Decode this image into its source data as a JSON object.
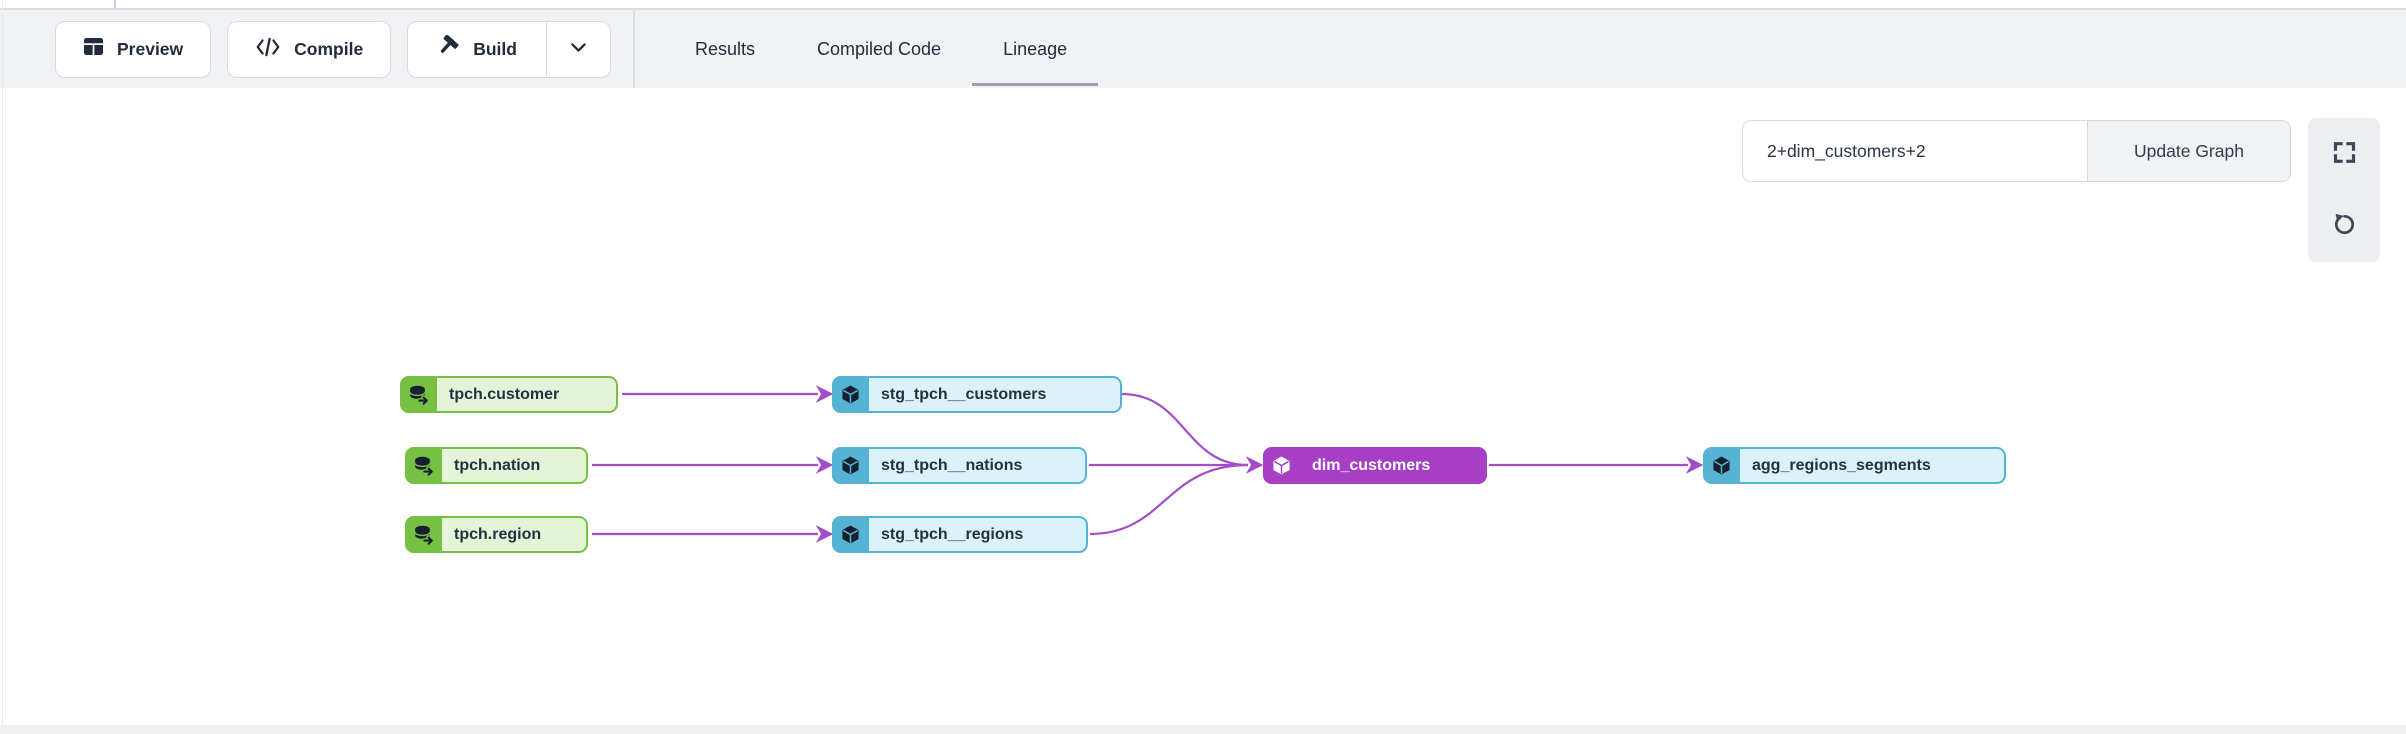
{
  "toolbar": {
    "preview_label": "Preview",
    "compile_label": "Compile",
    "build_label": "Build"
  },
  "tabs": [
    {
      "label": "Results",
      "active": false
    },
    {
      "label": "Compiled Code",
      "active": false
    },
    {
      "label": "Lineage",
      "active": true
    }
  ],
  "lineage": {
    "selector_value": "2+dim_customers+2",
    "update_button_label": "Update Graph",
    "nodes": [
      {
        "id": "tpch.customer",
        "label": "tpch.customer",
        "type": "source"
      },
      {
        "id": "tpch.nation",
        "label": "tpch.nation",
        "type": "source"
      },
      {
        "id": "tpch.region",
        "label": "tpch.region",
        "type": "source"
      },
      {
        "id": "stg_tpch__customers",
        "label": "stg_tpch__customers",
        "type": "model"
      },
      {
        "id": "stg_tpch__nations",
        "label": "stg_tpch__nations",
        "type": "model"
      },
      {
        "id": "stg_tpch__regions",
        "label": "stg_tpch__regions",
        "type": "model"
      },
      {
        "id": "dim_customers",
        "label": "dim_customers",
        "type": "model-selected"
      },
      {
        "id": "agg_regions_segments",
        "label": "agg_regions_segments",
        "type": "model"
      }
    ],
    "edges": [
      {
        "from": "tpch.customer",
        "to": "stg_tpch__customers"
      },
      {
        "from": "tpch.nation",
        "to": "stg_tpch__nations"
      },
      {
        "from": "tpch.region",
        "to": "stg_tpch__regions"
      },
      {
        "from": "stg_tpch__customers",
        "to": "dim_customers"
      },
      {
        "from": "stg_tpch__nations",
        "to": "dim_customers"
      },
      {
        "from": "stg_tpch__regions",
        "to": "dim_customers"
      },
      {
        "from": "dim_customers",
        "to": "agg_regions_segments"
      }
    ]
  },
  "icons": {
    "preview": "table-grid-icon",
    "compile": "code-brackets-icon",
    "build": "hammer-icon",
    "build_caret": "chevron-down-icon",
    "fullscreen": "fullscreen-corners-icon",
    "reset": "rotate-ccw-icon",
    "source_node": "database-icon",
    "model_node": "cube-icon"
  },
  "colors": {
    "edge": "#a24ec9",
    "source_accent": "#76c043",
    "source_bg": "#e5f3d9",
    "model_accent": "#57b3d4",
    "model_bg": "#dcf2fa",
    "selected_accent": "#a73fc5",
    "toolbar_bg": "#f1f2f5",
    "text_dark": "#222c3c",
    "tab_underline": "#9aa1a9"
  }
}
